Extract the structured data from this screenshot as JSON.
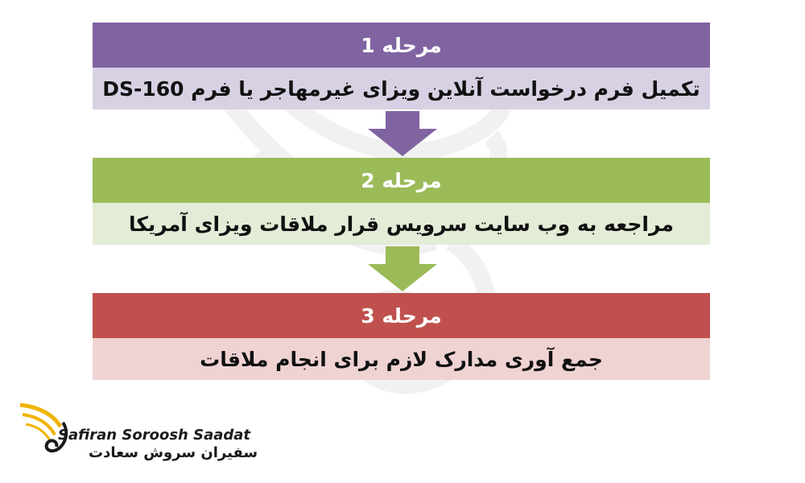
{
  "colors": {
    "step1_header": "#8064a2",
    "step1_body": "#d8d1e3",
    "step2_header": "#9bbb59",
    "step2_body": "#e3ecd6",
    "step3_header": "#c0504d",
    "step3_body": "#efd3d2"
  },
  "steps": [
    {
      "title": "مرحله 1",
      "text": "تکمیل فرم درخواست آنلاین ویزای غیرمهاجر یا فرم DS-160"
    },
    {
      "title": "مرحله 2",
      "text": "مراجعه به وب سایت سرویس قرار ملاقات ویزای آمریکا"
    },
    {
      "title": "مرحله 3",
      "text": "جمع آوری مدارک لازم برای انجام ملاقات"
    }
  ],
  "logo": {
    "name_en": "Safiran Soroosh Saadat",
    "name_fa": "سفیران سروش سعادت"
  }
}
